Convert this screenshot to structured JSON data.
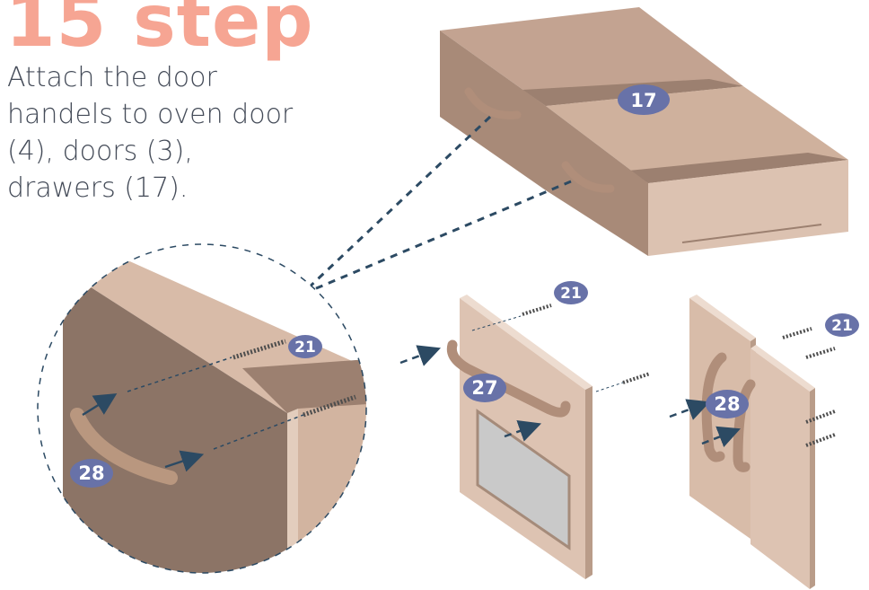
{
  "title": "15 step",
  "instructions": "Attach the door handels to oven door (4), doors (3), drawers (17).",
  "colors": {
    "title": "#f6a593",
    "text": "#444b58",
    "wood_light": "#d6b7a3",
    "wood_dark": "#8b7264",
    "badge": "#6872a8",
    "arrow": "#2c4a63"
  },
  "labels": {
    "drawers": "17",
    "screw": "21",
    "handle_large": "28",
    "oven_handle": "27",
    "door_handles": "28"
  }
}
